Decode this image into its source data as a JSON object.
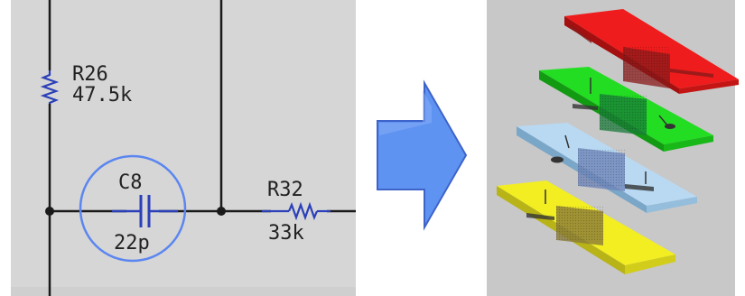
{
  "schematic": {
    "resistor_top": {
      "ref": "R26",
      "value": "47.5k"
    },
    "capacitor": {
      "ref": "C8",
      "value": "22p"
    },
    "resistor_right": {
      "ref": "R32",
      "value": "33k"
    }
  },
  "colors": {
    "schematic_bg": "#d6d6d6",
    "wire": "#1a1a1a",
    "component": "#2b3fb8",
    "highlight_circle": "#5b86f0",
    "arrow_fill": "#5f93f2",
    "arrow_stroke": "#3e63c9",
    "layout_bg": "#c8c8c8",
    "layer_1": "#ee1c1c",
    "layer_2": "#22dd22",
    "layer_3": "#b9d9f2",
    "layer_4": "#f2ee22"
  },
  "icons": [
    "resistor-symbol",
    "capacitor-symbol",
    "right-arrow-icon",
    "pcb-layer-stack"
  ]
}
